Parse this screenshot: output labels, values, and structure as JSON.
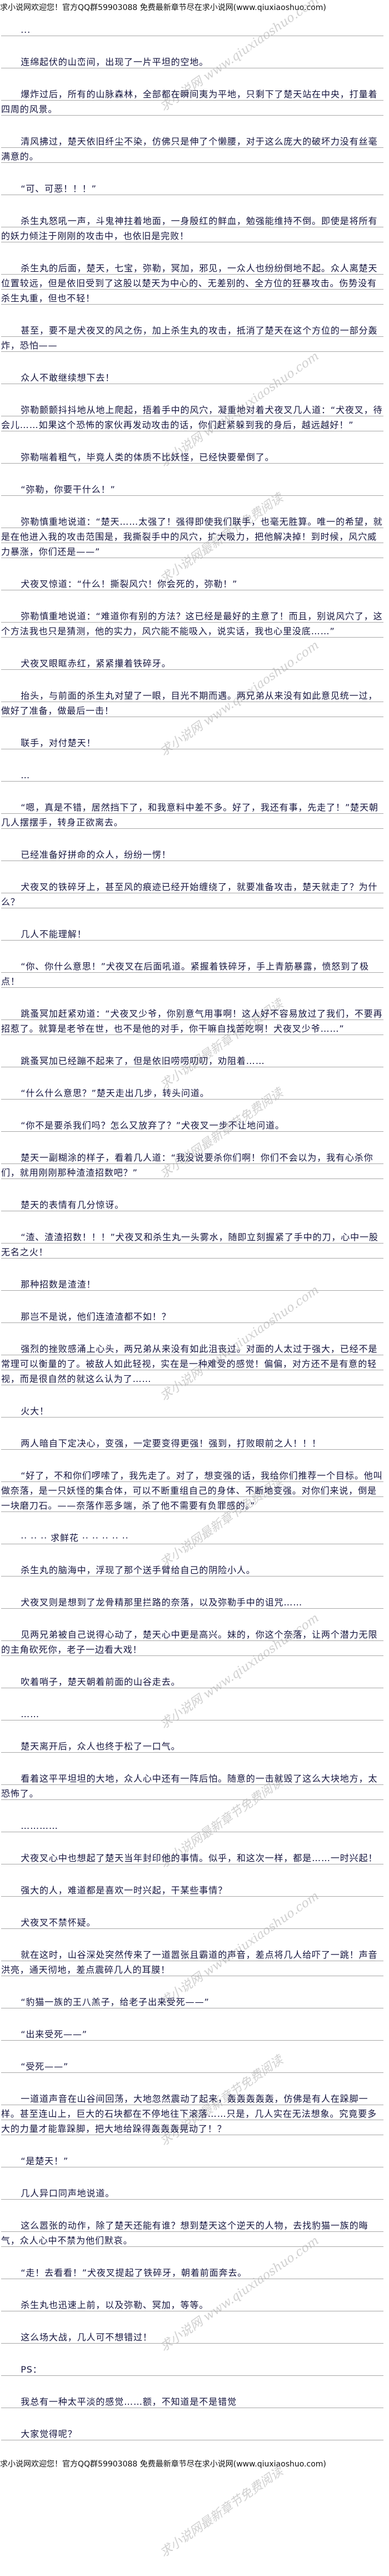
{
  "banner": {
    "top": "求小说网欢迎您！官方QQ群59903088 免费最新章节尽在求小说网(www.qiuxiaoshuo.com)",
    "bottom": "求小说网欢迎您！官方QQ群59903088 免费最新章节尽在求小说网(www.qiuxiaoshuo.com)"
  },
  "watermarks": {
    "site": "求小说网 www.qiuxiaoshuo.com",
    "slogan": "求小说网最新章节免费阅读"
  },
  "paragraphs": [
    "...",
    "连绵起伏的山峦间，出现了一片平坦的空地。",
    "爆炸过后，所有的山脉森林，全部都在瞬间夷为平地，只剩下了楚天站在中央，打量着四周的风景。",
    "清风拂过，楚天依旧纤尘不染，仿佛只是伸了个懒腰，对于这么庞大的破坏力没有丝毫满意的。",
    "“可、可恶！！！”",
    "杀生丸怒吼一声，斗鬼神拄着地面，一身殷红的鲜血，勉强能维持不倒。即使是将所有的妖力倾注于刚刚的攻击中，也依旧是完败！",
    "杀生丸的后面，楚天，七宝，弥勒，冥加，邪见，一众人也纷纷倒地不起。众人离楚天位置较远，但是依旧受到了这股以楚天为中心的、无差别的、全方位的狂暴攻击。伤势没有杀生丸重，但也不轻！",
    "甚至，要不是犬夜叉的风之伤，加上杀生丸的攻击，抵消了楚天在这个方位的一部分轰炸，恐怕——",
    "众人不敢继续想下去！",
    "弥勒颤颤抖抖地从地上爬起，捂着手中的风穴，凝重地对着犬夜叉几人道：“犬夜叉，待会儿……如果这个恐怖的家伙再发动攻击的话，你们赶紧躲到我的身后，越远越好！”",
    "弥勒喘着粗气，毕竟人类的体质不比妖怪，已经快要晕倒了。",
    "“弥勒，你要干什么！”",
    "弥勒慎重地说道：“楚天……太强了！强得即使我们联手，也毫无胜算。唯一的希望，就是在他进入我的攻击范围是，我撕裂手中的风穴，扩大吸力，把他解决掉！到时候，风穴威力暴涨，你们还是——”",
    "犬夜叉惊道：“什么！撕裂风穴！你会死的，弥勒！”",
    "弥勒慎重地说道：“难道你有别的方法？这已经是最好的主意了！而且，别说风穴了，这个方法我也只是猜测，他的实力，风穴能不能吸入，说实话，我也心里没底……”",
    "犬夜叉眼眶赤红，紧紧攥着铁碎牙。",
    "抬头，与前面的杀生丸对望了一眼，目光不期而遇。两兄弟从来没有如此意见统一过，做好了准备，做最后一击！",
    "联手，对付楚天！",
    "…",
    "“嗯，真是不错，居然挡下了，和我意料中差不多。好了，我还有事，先走了！”楚天朝几人摆摆手，转身正欲离去。",
    "已经准备好拼命的众人，纷纷一愣！",
    "犬夜叉的铁碎牙上，甚至风的痕迹已经开始缠绕了，就要准备攻击，楚天就走了？为什么？",
    "几人不能理解！",
    "“你、你什么意思！”犬夜叉在后面吼道。紧握着铁碎牙，手上青筋暴露，愤怒到了极点！",
    "跳蚤冥加赶紧劝道：“犬夜叉少爷，你别意气用事啊！这人好不容易放过了我们，不要再招惹了。就算是老爷在世，也不是他的对手，你干嘛自找苦吃啊！犬夜叉少爷……”",
    "跳蚤冥加已经蹦不起来了，但是依旧唠唠叨叨，劝阻着……",
    "“什么什么意思？”楚天走出几步，转头问道。",
    "“你不是要杀我们吗？怎么又放弃了？”犬夜叉一步不让地问道。",
    "楚天一副糊涂的样子，看着几人道：“我没说要杀你们啊！你们不会以为，我有心杀你们，就用刚刚那种渣渣招数吧？”",
    "楚天的表情有几分惊讶。",
    "“渣、渣渣招数！！！”犬夜叉和杀生丸一头雾水，随即立刻握紧了手中的刀，心中一股无名之火！",
    "那种招数是渣渣！",
    "那岂不是说，他们连渣渣都不如！？",
    "强烈的挫败感涌上心头，两兄弟从来没有如此沮丧过。对面的人太过于强大，已经不是常理可以衡量的了。被敌人如此轻视，实在是一种难受的感觉！偏偏，对方还不是有意的轻视，而是很自然的就这么认为了……",
    "火大！",
    "两人暗自下定决心，变强，一定要变得更强！强到，打败眼前之人！！！",
    "“好了，不和你们啰嗦了，我先走了。对了，想变强的话，我给你们推荐一个目标。他叫做奈落，是一只妖怪的集合体，可以不断重组自己的身体、不断地变强。对你们来说，倒是一块磨刀石。——奈落作恶多端，杀了他不需要有负罪感的。”",
    "·· ·· ·· 求鲜花 ·· ·· ·· ·· ··",
    "杀生丸的脑海中，浮现了那个送手臂给自己的阴险小人。",
    "犬夜叉则是想到了龙骨精那里拦路的奈落，以及弥勒手中的诅咒……",
    "见两兄弟被自己说得心动了，楚天心中更是高兴。妹的，你这个奈落，让两个潜力无限的主角砍死你，老子一边看大戏！",
    "吹着哨子，楚天朝着前面的山谷走去。",
    "……",
    "楚天离开后，众人也终于松了一口气。",
    "看着这平平坦坦的大地，众人心中还有一阵后怕。随意的一击就毁了这么大块地方，太恐怖了。",
    "…………",
    "犬夜叉心中也想起了楚天当年封印他的事情。似乎，和这次一样，都是……一时兴起！",
    "强大的人，难道都是喜欢一时兴起，干某些事情？",
    "犬夜叉不禁怀疑。",
    "就在这时，山谷深处突然传来了一道嚣张且霸道的声音，差点将几人给吓了一跳！声音洪亮，通天彻地，差点震碎几人的耳膜！",
    "“豹猫一族的王八羔子，给老子出来受死——”",
    "“出来受死——”",
    "“受死——”",
    "一道道声音在山谷间回荡，大地忽然震动了起来，轰轰轰轰轰，仿佛是有人在跺脚一样。甚至连山上，巨大的石块都在不停地往下滚落……只是，几人实在无法想象。究竟要多大的力量才能靠跺脚，把大地给跺得轰轰轰晃动了！？",
    "“是楚天！”",
    "几人异口同声地说道。",
    "这么嚣张的动作，除了楚天还能有谁？想到楚天这个逆天的人物，去找豹猫一族的晦气，众人心中不禁为他们默哀。",
    "“走！去看看！”犬夜叉提起了铁碎牙，朝着前面奔去。",
    "杀生丸也迅速上前，以及弥勒、冥加，等等。",
    "这么场大战，几人可不想错过！",
    "PS：",
    "我总有一种太平淡的感觉……额，不知道是不是错觉",
    "大家觉得呢？"
  ]
}
